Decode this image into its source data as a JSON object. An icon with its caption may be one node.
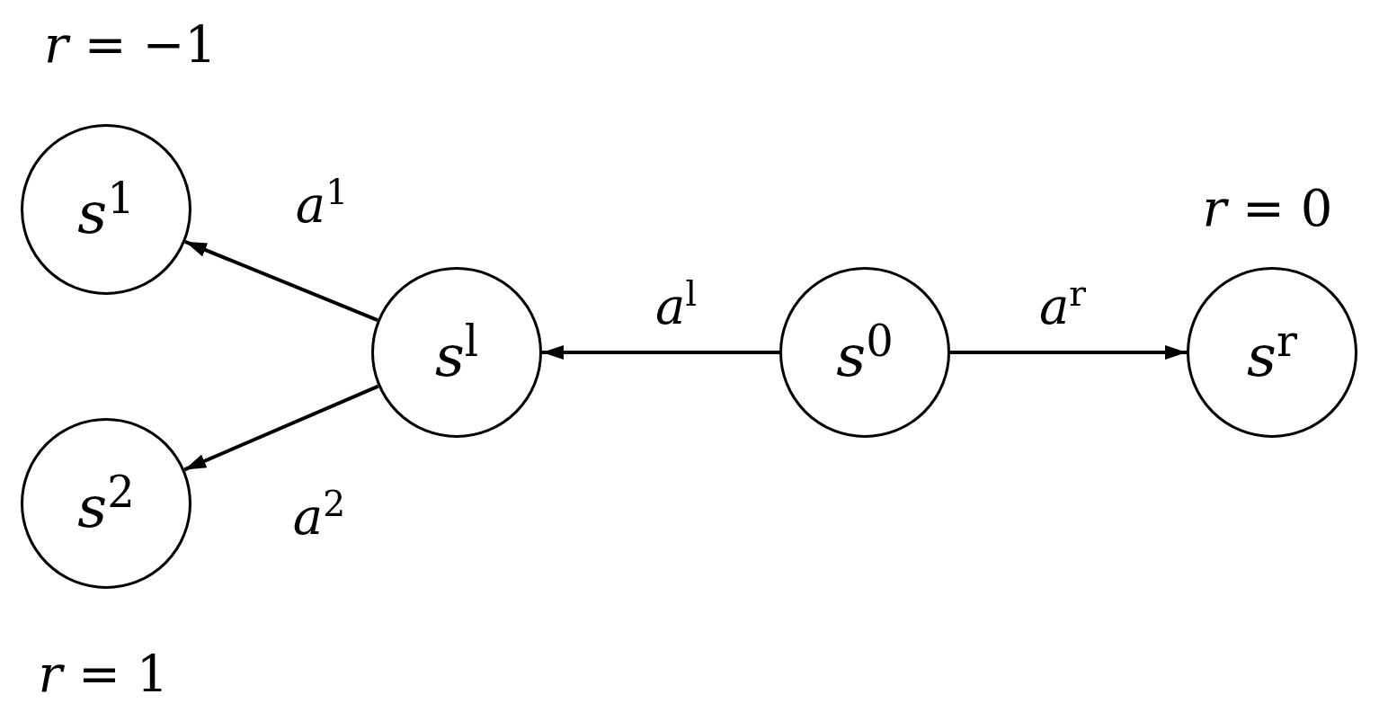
{
  "diagram": {
    "nodes": [
      {
        "text": [
          "*s*$^{1}$"
        ],
        "beside": [
          "*r* = −1"
        ]
      },
      {
        "text": [
          "*s*$^{2}$"
        ],
        "beside": [
          "*r* = 1"
        ]
      },
      {
        "text": [
          "*s*$^{l}$"
        ]
      },
      {
        "text": [
          "*s*$^{0}$"
        ]
      },
      {
        "text": [
          "*s*$^{r}$"
        ],
        "beside": [
          "*r* = 0"
        ]
      }
    ],
    "edges": [
      {
        "from": 2,
        "to": 0,
        "arrow": "to",
        "label": "*a*$^{1}$"
      },
      {
        "from": 2,
        "to": 1,
        "arrow": "to",
        "label": "*a*$^{2}$"
      },
      {
        "from": 3,
        "to": 2,
        "arrow": "to",
        "label": "*a*$^{l}$"
      },
      {
        "from": 3,
        "to": 4,
        "arrow": "to",
        "label": "*a*$^{r}$"
      }
    ]
  }
}
